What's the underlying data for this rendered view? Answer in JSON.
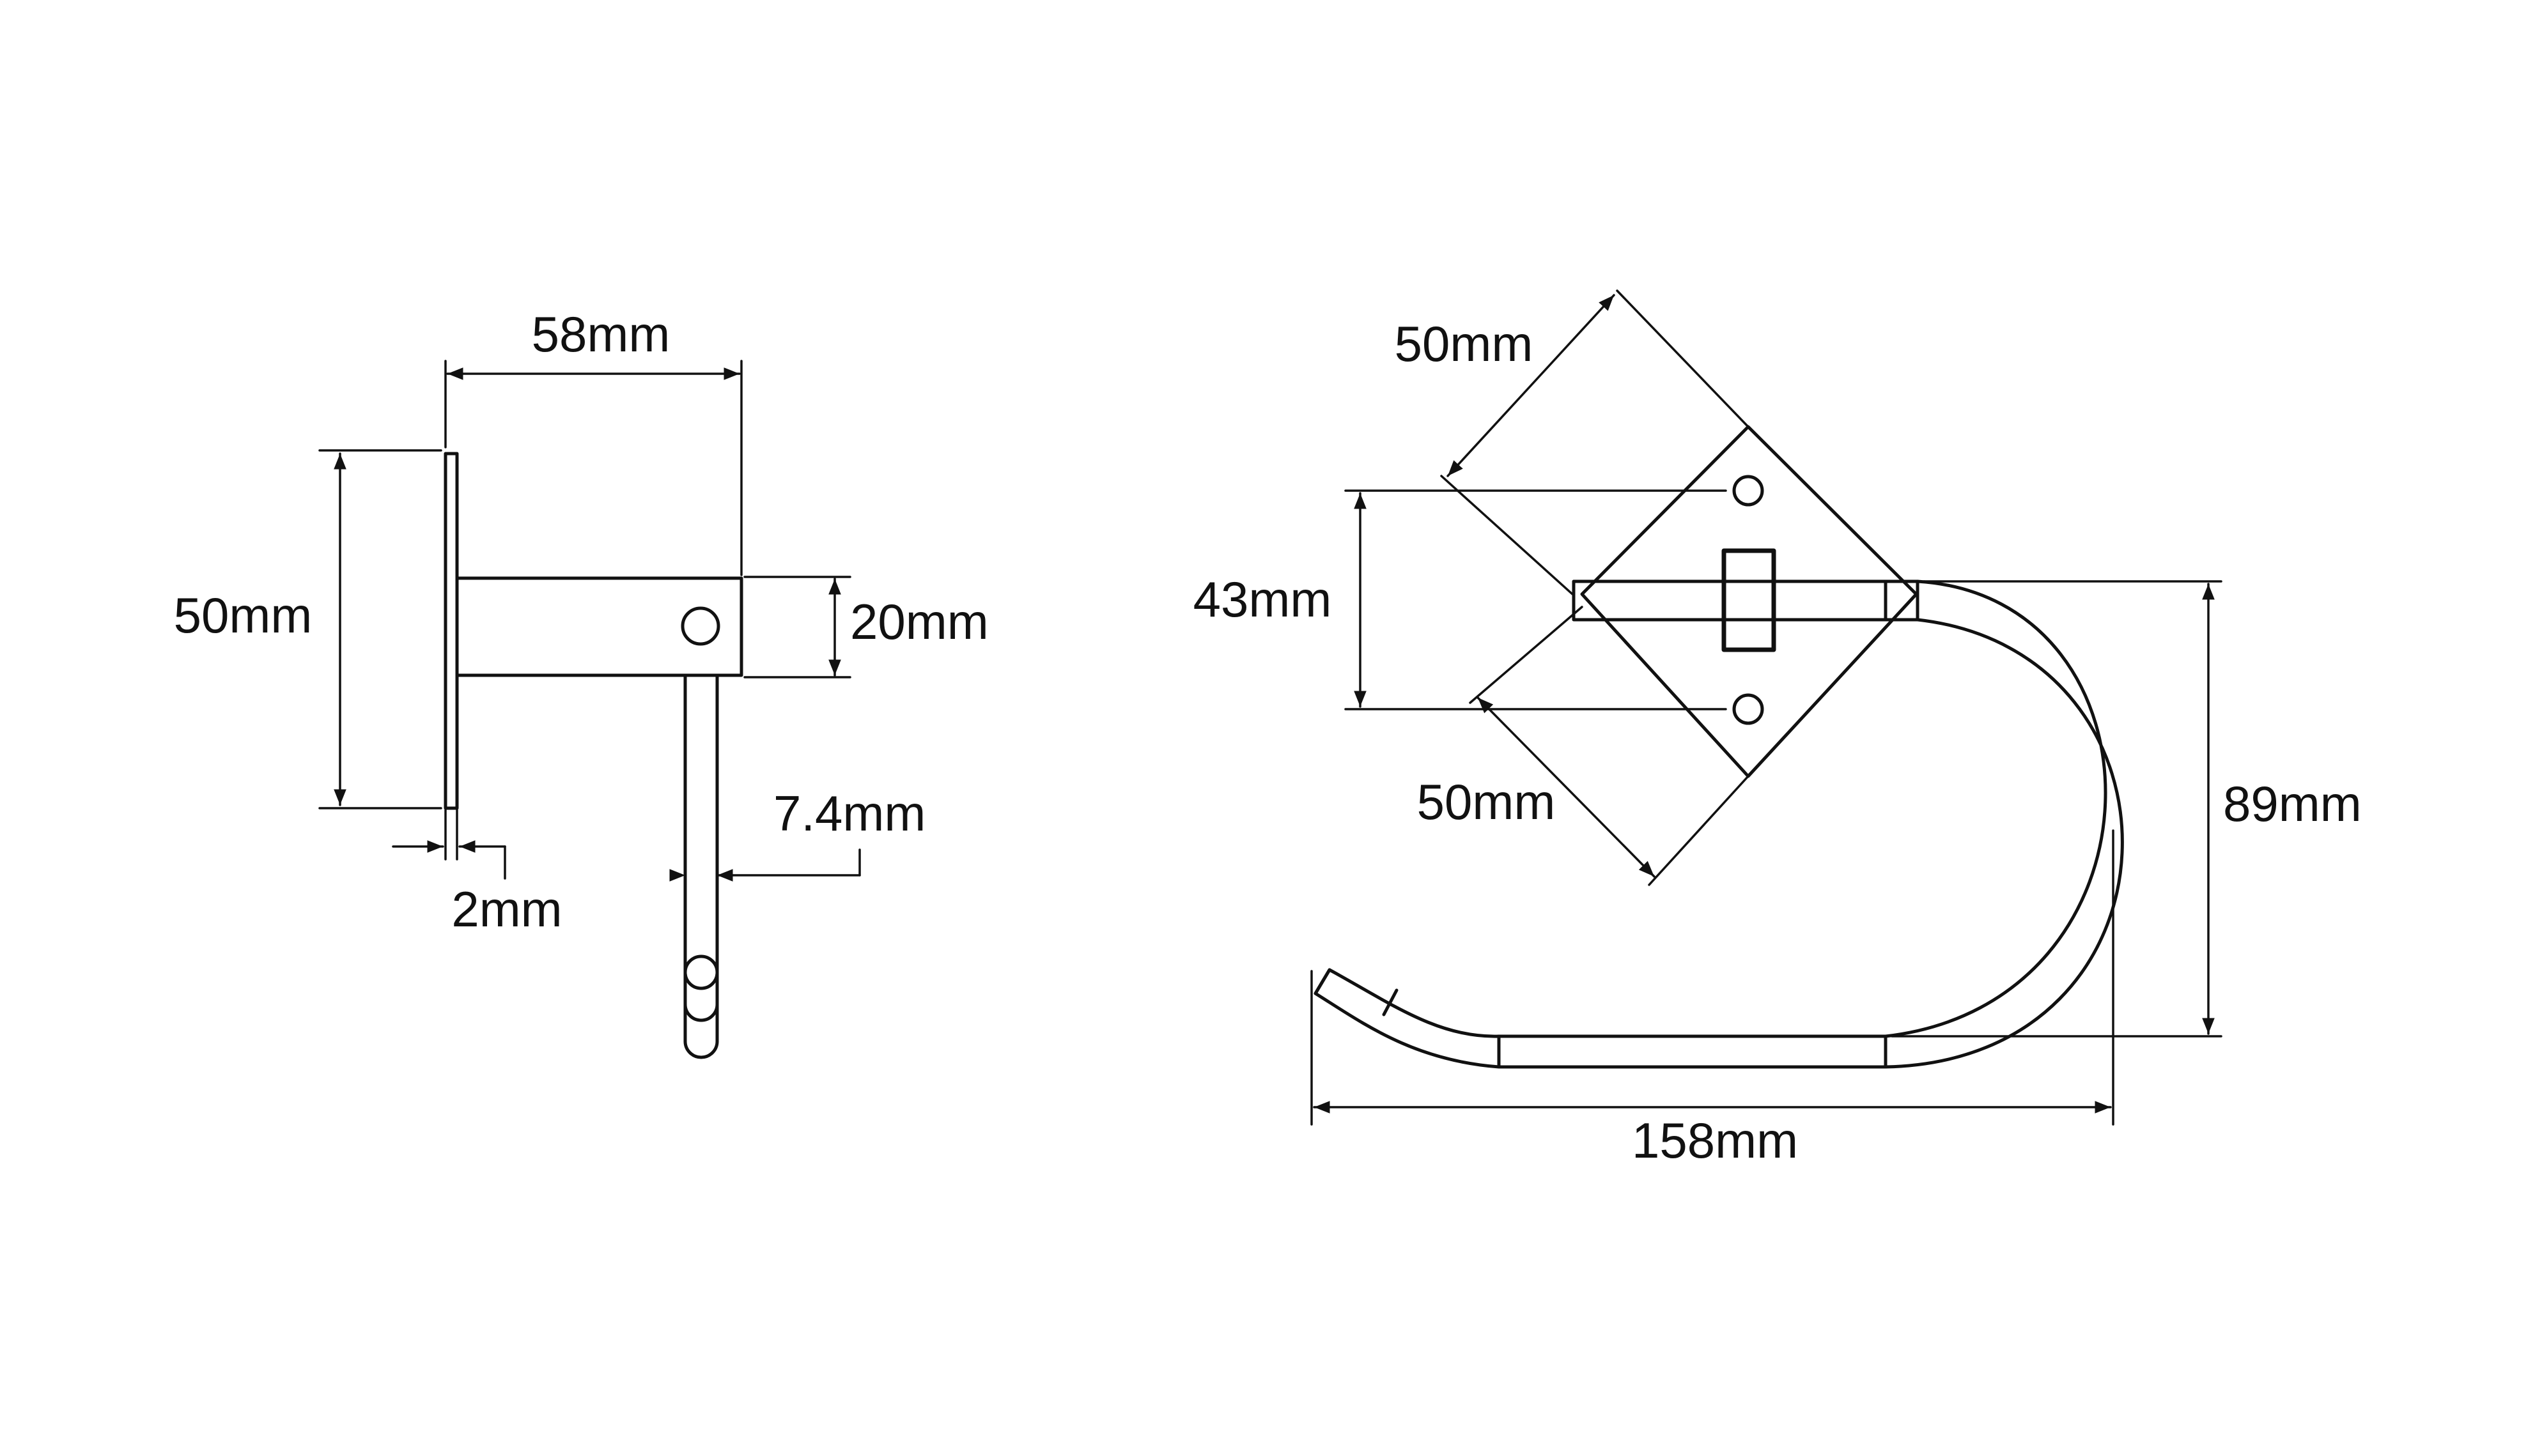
{
  "side_view": {
    "dimensions": {
      "depth": "58mm",
      "plate_height": "50mm",
      "arm_height": "20mm",
      "rod_diameter": "7.4mm",
      "plate_thickness": "2mm"
    }
  },
  "front_view": {
    "dimensions": {
      "plate_side_top": "50mm",
      "plate_side_bottom": "50mm",
      "hole_spacing": "43mm",
      "height": "89mm",
      "width": "158mm"
    }
  },
  "colors": {
    "line": "#111111",
    "background": "#ffffff"
  }
}
